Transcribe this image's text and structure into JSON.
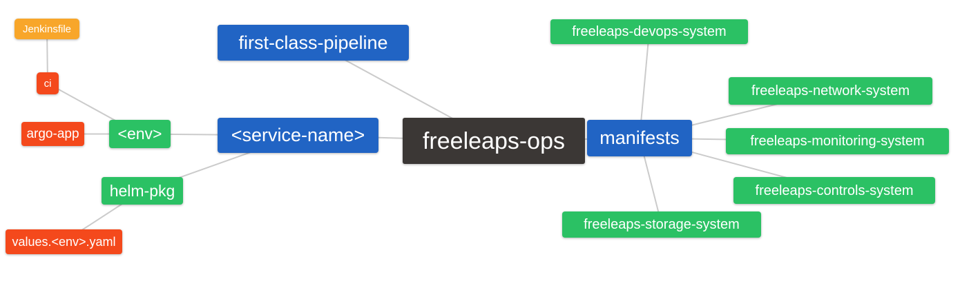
{
  "diagram": {
    "type": "mindmap",
    "background": "#ffffff",
    "palette": {
      "root": "#3B3735",
      "branch": "#2164C4",
      "leaf_green": "#2BC164",
      "leaf_red": "#F4491C",
      "leaf_amber": "#F8A62A",
      "link": "#CBCBCB",
      "text": "#ffffff"
    },
    "nodes": [
      {
        "id": "freeleaps-ops",
        "label": "freeleaps-ops",
        "role": "root"
      },
      {
        "id": "first-class-pipeline",
        "label": "first-class-pipeline",
        "role": "branch"
      },
      {
        "id": "service-name",
        "label": "<service-name>",
        "role": "branch"
      },
      {
        "id": "manifests",
        "label": "manifests",
        "role": "branch"
      },
      {
        "id": "env",
        "label": "<env>",
        "role": "leaf_green"
      },
      {
        "id": "helm-pkg",
        "label": "helm-pkg",
        "role": "leaf_green"
      },
      {
        "id": "ci",
        "label": "ci",
        "role": "leaf_red"
      },
      {
        "id": "argo-app",
        "label": "argo-app",
        "role": "leaf_red"
      },
      {
        "id": "values-env-yaml",
        "label": "values.<env>.yaml",
        "role": "leaf_red"
      },
      {
        "id": "jenkinsfile",
        "label": "Jenkinsfile",
        "role": "leaf_amber"
      },
      {
        "id": "devops-system",
        "label": "freeleaps-devops-system",
        "role": "leaf_green"
      },
      {
        "id": "network-system",
        "label": "freeleaps-network-system",
        "role": "leaf_green"
      },
      {
        "id": "monitoring-system",
        "label": "freeleaps-monitoring-system",
        "role": "leaf_green"
      },
      {
        "id": "controls-system",
        "label": "freeleaps-controls-system",
        "role": "leaf_green"
      },
      {
        "id": "storage-system",
        "label": "freeleaps-storage-system",
        "role": "leaf_green"
      }
    ],
    "edges": [
      [
        "freeleaps-ops",
        "first-class-pipeline"
      ],
      [
        "freeleaps-ops",
        "service-name"
      ],
      [
        "freeleaps-ops",
        "manifests"
      ],
      [
        "service-name",
        "env"
      ],
      [
        "service-name",
        "helm-pkg"
      ],
      [
        "env",
        "ci"
      ],
      [
        "env",
        "argo-app"
      ],
      [
        "ci",
        "jenkinsfile"
      ],
      [
        "helm-pkg",
        "values-env-yaml"
      ],
      [
        "manifests",
        "devops-system"
      ],
      [
        "manifests",
        "network-system"
      ],
      [
        "manifests",
        "monitoring-system"
      ],
      [
        "manifests",
        "controls-system"
      ],
      [
        "manifests",
        "storage-system"
      ]
    ]
  }
}
